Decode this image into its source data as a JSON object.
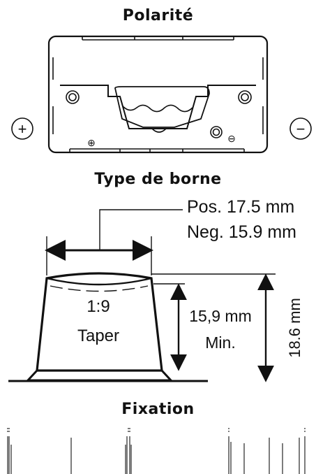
{
  "sections": {
    "polarity": {
      "title": "Polarité"
    },
    "terminal_type": {
      "title": "Type de borne"
    },
    "fixation": {
      "title": "Fixation"
    }
  },
  "polarity": {
    "left_terminal_symbol": "+",
    "right_terminal_symbol": "−",
    "small_positive_mark": "⊕",
    "small_negative_mark": "⊖"
  },
  "terminal": {
    "diameter_positive": "Pos. 17.5 mm",
    "diameter_negative": "Neg. 15.9 mm",
    "taper_ratio": "1:9",
    "taper_word": "Taper",
    "min_height_value": "15,9 mm",
    "min_height_label": "Min.",
    "total_height": "18.6 mm"
  },
  "colors": {
    "line": "#111111",
    "background": "#ffffff"
  }
}
